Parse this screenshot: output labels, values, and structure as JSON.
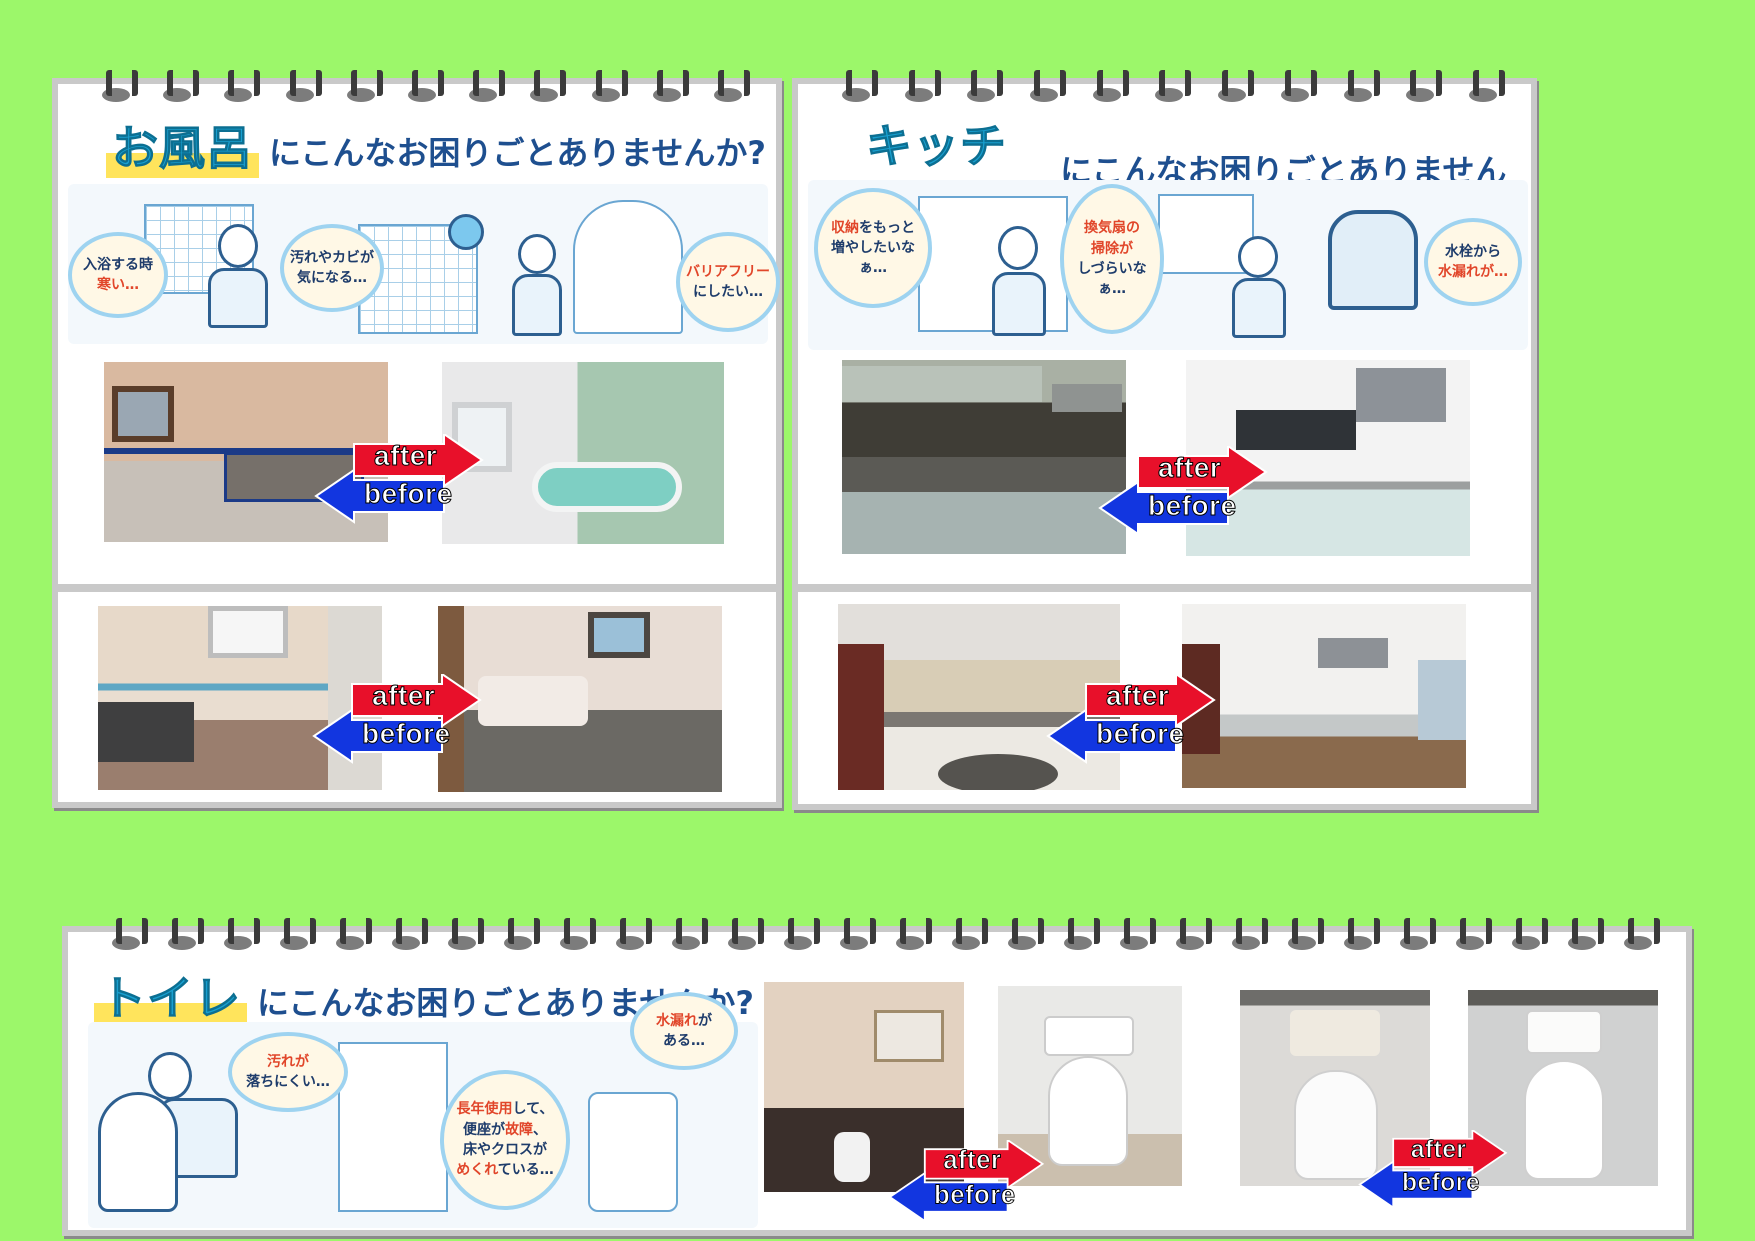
{
  "bath": {
    "keyword": "お風呂",
    "suffix": "にこんなお困りごとありませんか?",
    "bubbles": [
      {
        "line1": "入浴する時",
        "line2": "寒い…"
      },
      {
        "line1": "汚れやカビが",
        "line2": "気になる…"
      },
      {
        "line1": "バリアフリー",
        "line2": "にしたい…"
      }
    ]
  },
  "kitchen": {
    "keyword": "キッチン",
    "suffix": "にこんなお困りごとありませんか?",
    "bubbles": [
      {
        "line1": "収納をもっと",
        "line2": "増やしたいなぁ…"
      },
      {
        "line1": "換気扇の",
        "line2": "掃除が",
        "line3": "しづらいなぁ…"
      },
      {
        "line1": "水栓から",
        "line2": "水漏れが…"
      }
    ]
  },
  "toilet": {
    "keyword": "トイレ",
    "suffix": "にこんなお困りごとありませんか?",
    "bubbles": [
      {
        "line1": "汚れが",
        "line2": "落ちにくい…"
      },
      {
        "line1": "長年使用して、",
        "line2": "便座が故障、",
        "line3": "床やクロスが",
        "line4": "めくれている…"
      },
      {
        "line1": "水漏れが",
        "line2": "ある…"
      }
    ]
  },
  "arrow": {
    "after": "after",
    "before": "before"
  },
  "colors": {
    "background": "#9cf76a",
    "accent_blue": "#19a0d0",
    "after_red": "#e8102a",
    "before_blue": "#1236e0"
  }
}
